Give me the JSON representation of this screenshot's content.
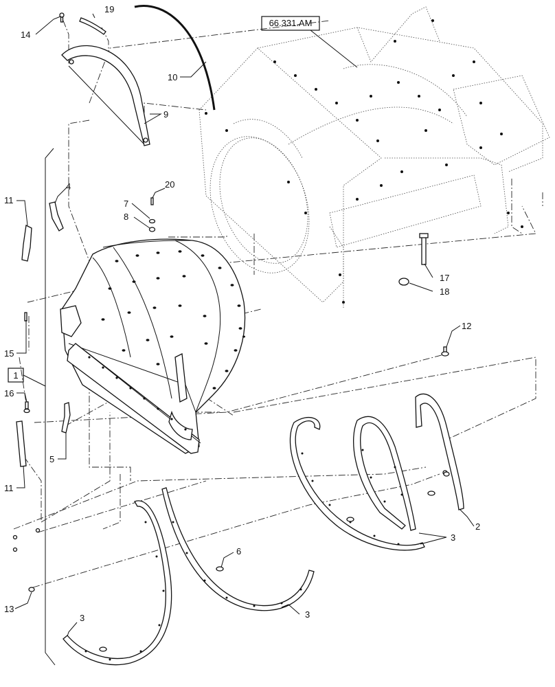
{
  "figure": {
    "reference_label": "66.331.AM",
    "assembly_bracket_label": "1",
    "callouts": [
      {
        "id": "c1",
        "text": "14"
      },
      {
        "id": "c2",
        "text": "19"
      },
      {
        "id": "c3",
        "text": "10"
      },
      {
        "id": "c4",
        "text": "9"
      },
      {
        "id": "c5",
        "text": "11"
      },
      {
        "id": "c6",
        "text": "4"
      },
      {
        "id": "c7",
        "text": "20"
      },
      {
        "id": "c8",
        "text": "7"
      },
      {
        "id": "c9",
        "text": "8"
      },
      {
        "id": "c10",
        "text": "17"
      },
      {
        "id": "c11",
        "text": "18"
      },
      {
        "id": "c12",
        "text": "15"
      },
      {
        "id": "c13",
        "text": "12"
      },
      {
        "id": "c14",
        "text": "16"
      },
      {
        "id": "c15",
        "text": "5"
      },
      {
        "id": "c16",
        "text": "11"
      },
      {
        "id": "c17",
        "text": "2"
      },
      {
        "id": "c18",
        "text": "3"
      },
      {
        "id": "c19",
        "text": "6"
      },
      {
        "id": "c20",
        "text": "3"
      },
      {
        "id": "c21",
        "text": "13"
      },
      {
        "id": "c22",
        "text": "3"
      }
    ]
  }
}
